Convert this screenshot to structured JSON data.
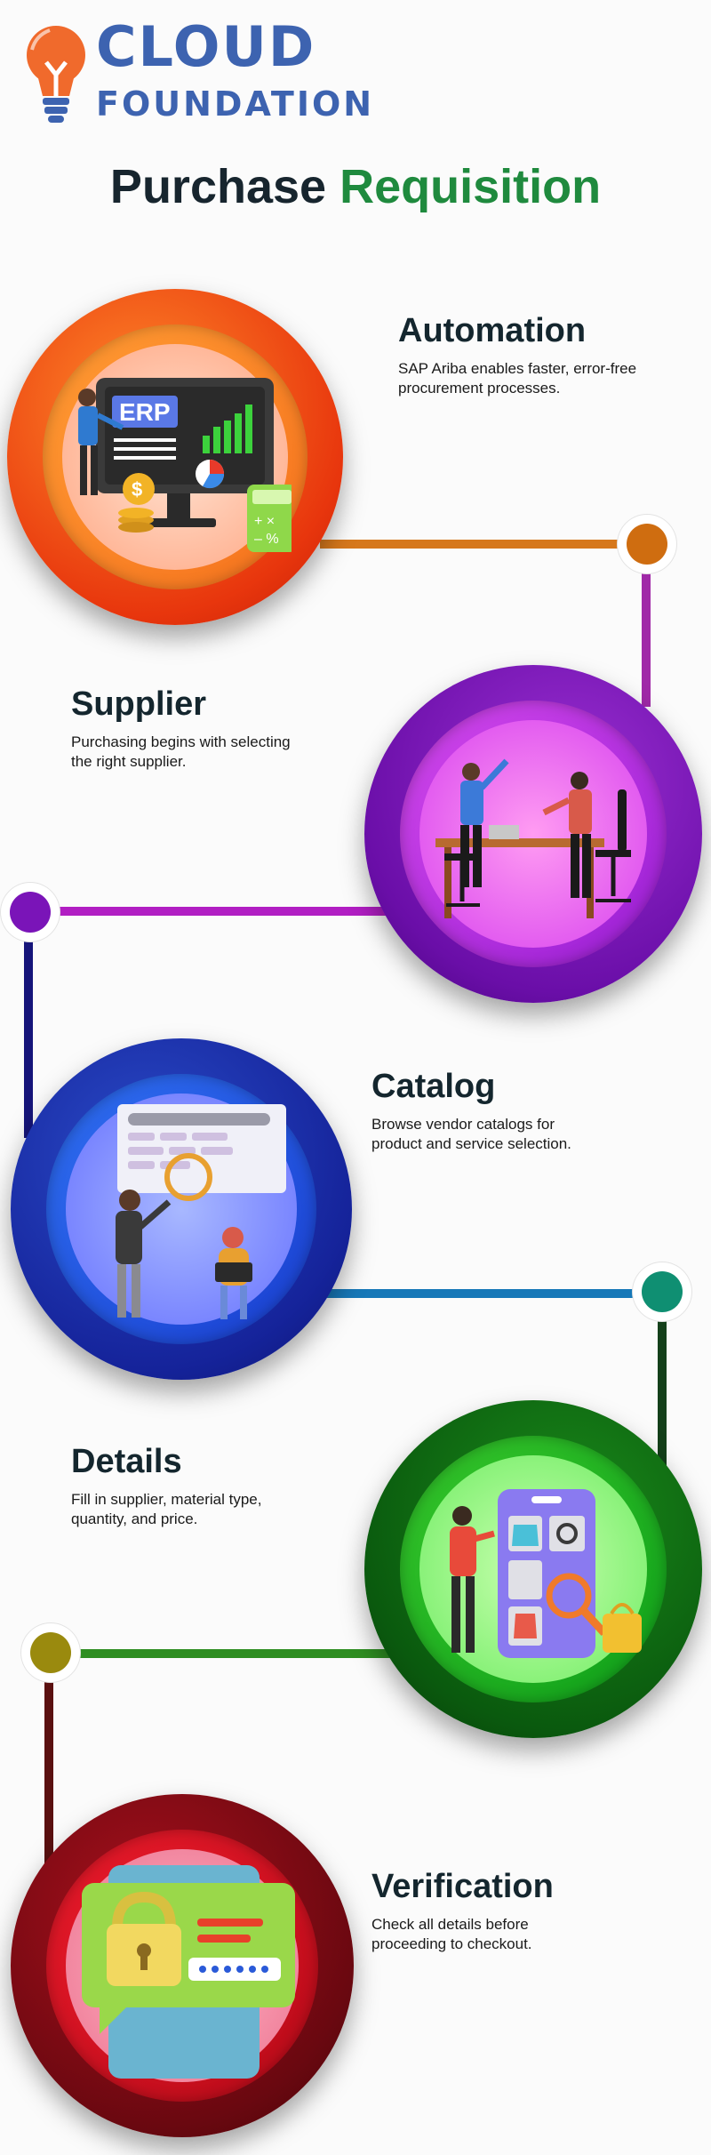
{
  "brand": {
    "line1": "CLOUD",
    "line2": "FOUNDATION",
    "color": "#3d63b0",
    "bulb_color": "#f06a2c"
  },
  "page_title": {
    "word1": "Purchase",
    "word2": "Requisition",
    "color1": "#17252e",
    "color2": "#1f8a3e"
  },
  "steps": [
    {
      "title": "Automation",
      "desc_line1": "SAP Ariba enables faster, error-free",
      "desc_line2": "procurement processes.",
      "color": "#f25b1b",
      "icon": "erp-dashboard-illustration"
    },
    {
      "title": "Supplier",
      "desc_line1": "Purchasing begins with selecting",
      "desc_line2": "the right supplier.",
      "color": "#b12fd6",
      "icon": "business-meeting-illustration"
    },
    {
      "title": "Catalog",
      "desc_line1": "Browse vendor catalogs for",
      "desc_line2": "product and service selection.",
      "color": "#2d52cc",
      "icon": "catalog-search-illustration"
    },
    {
      "title": "Details",
      "desc_line1": "Fill in supplier, material type,",
      "desc_line2": "quantity, and price.",
      "color": "#18a21c",
      "icon": "online-shopping-illustration"
    },
    {
      "title": "Verification",
      "desc_line1": "Check all details before",
      "desc_line2": "proceeding to checkout.",
      "color": "#c0101e",
      "icon": "security-lock-illustration"
    }
  ]
}
